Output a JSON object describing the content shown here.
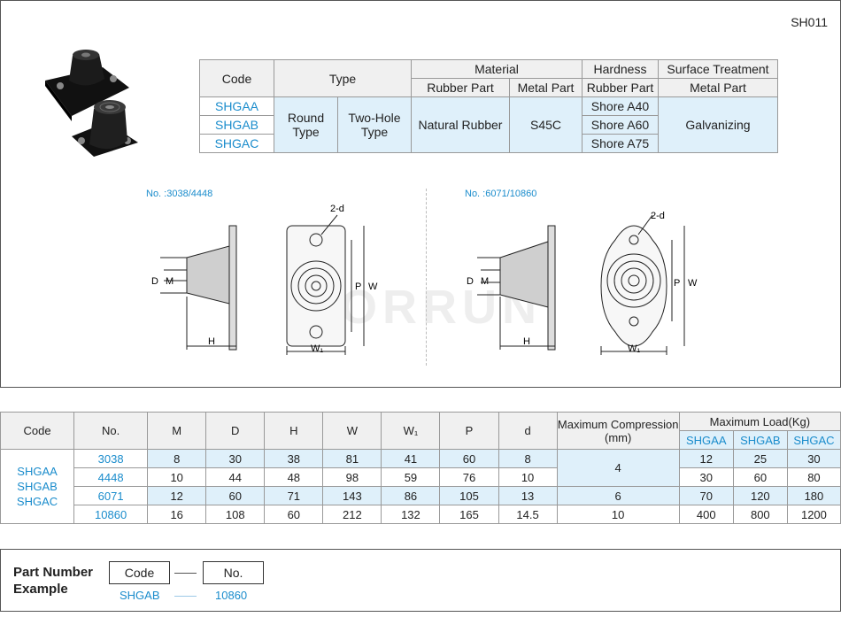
{
  "page_code": "SH011",
  "spec_table": {
    "headers": {
      "code": "Code",
      "type": "Type",
      "material": "Material",
      "hardness": "Hardness",
      "surface_treatment": "Surface Treatment",
      "rubber_part": "Rubber Part",
      "metal_part": "Metal Part",
      "hardness_sub": "Rubber Part",
      "surface_sub": "Metal Part"
    },
    "codes": [
      "SHGAA",
      "SHGAB",
      "SHGAC"
    ],
    "type_round": "Round Type",
    "type_hole": "Two-Hole Type",
    "rubber": "Natural Rubber",
    "metal": "S45C",
    "hardness_values": [
      "Shore A40",
      "Shore A60",
      "Shore A75"
    ],
    "surface": "Galvanizing"
  },
  "drawings": {
    "left_label": "No. :3038/4448",
    "right_label": "No. :6071/10860",
    "labels": {
      "d2": "2-d",
      "D": "D",
      "M": "M",
      "H": "H",
      "P": "P",
      "W": "W",
      "W1": "W₁"
    },
    "watermark": "KORRUN"
  },
  "dims_table": {
    "headers": {
      "code": "Code",
      "no": "No.",
      "m": "M",
      "d_big": "D",
      "h": "H",
      "w": "W",
      "w1": "W₁",
      "p": "P",
      "d": "d",
      "max_comp": "Maximum Compression (mm)",
      "max_load": "Maximum Load(Kg)",
      "load_cols": [
        "SHGAA",
        "SHGAB",
        "SHGAC"
      ]
    },
    "codes": "SHGAA SHGAB SHGAC",
    "rows": [
      {
        "no": "3038",
        "m": "8",
        "D": "30",
        "h": "38",
        "w": "81",
        "w1": "41",
        "p": "60",
        "d": "8",
        "comp": "4",
        "loads": [
          "12",
          "25",
          "30"
        ]
      },
      {
        "no": "4448",
        "m": "10",
        "D": "44",
        "h": "48",
        "w": "98",
        "w1": "59",
        "p": "76",
        "d": "10",
        "comp": "",
        "loads": [
          "30",
          "60",
          "80"
        ]
      },
      {
        "no": "6071",
        "m": "12",
        "D": "60",
        "h": "71",
        "w": "143",
        "w1": "86",
        "p": "105",
        "d": "13",
        "comp": "6",
        "loads": [
          "70",
          "120",
          "180"
        ]
      },
      {
        "no": "10860",
        "m": "16",
        "D": "108",
        "h": "60",
        "w": "212",
        "w1": "132",
        "p": "165",
        "d": "14.5",
        "comp": "10",
        "loads": [
          "400",
          "800",
          "1200"
        ]
      }
    ]
  },
  "part_number": {
    "title_line1": "Part Number",
    "title_line2": "Example",
    "code_label": "Code",
    "no_label": "No.",
    "code_value": "SHGAB",
    "no_value": "10860"
  }
}
